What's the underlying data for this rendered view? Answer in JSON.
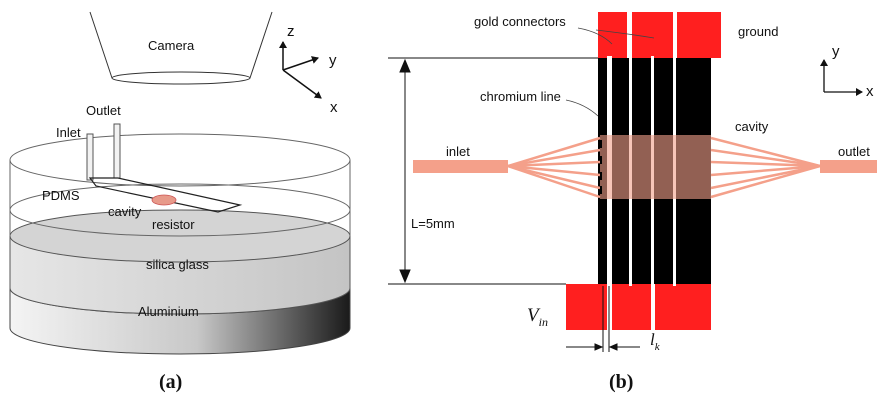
{
  "panel_a": {
    "camera_label": "Camera",
    "outlet_label": "Outlet",
    "inlet_label": "Inlet",
    "pdms_label": "PDMS",
    "cavity_label": "cavity",
    "resistor_label": "resistor",
    "silica_label": "silica glass",
    "aluminium_label": "Aluminium",
    "axes": {
      "z": "z",
      "y": "y",
      "x": "x"
    },
    "caption": "(a)"
  },
  "panel_b": {
    "gold_connectors_label": "gold connectors",
    "ground_label": "ground",
    "chromium_line_label": "chromium line",
    "cavity_label": "cavity",
    "inlet_label": "inlet",
    "outlet_label": "outlet",
    "length_label": "L=5mm",
    "vin_main": "V",
    "vin_sub": "in",
    "lk_main": "l",
    "lk_sub": "k",
    "axes": {
      "y": "y",
      "x": "x"
    },
    "caption": "(b)"
  },
  "colors": {
    "red": "#ff1f1f",
    "salmon": "#f4a08a",
    "black": "#000000"
  }
}
